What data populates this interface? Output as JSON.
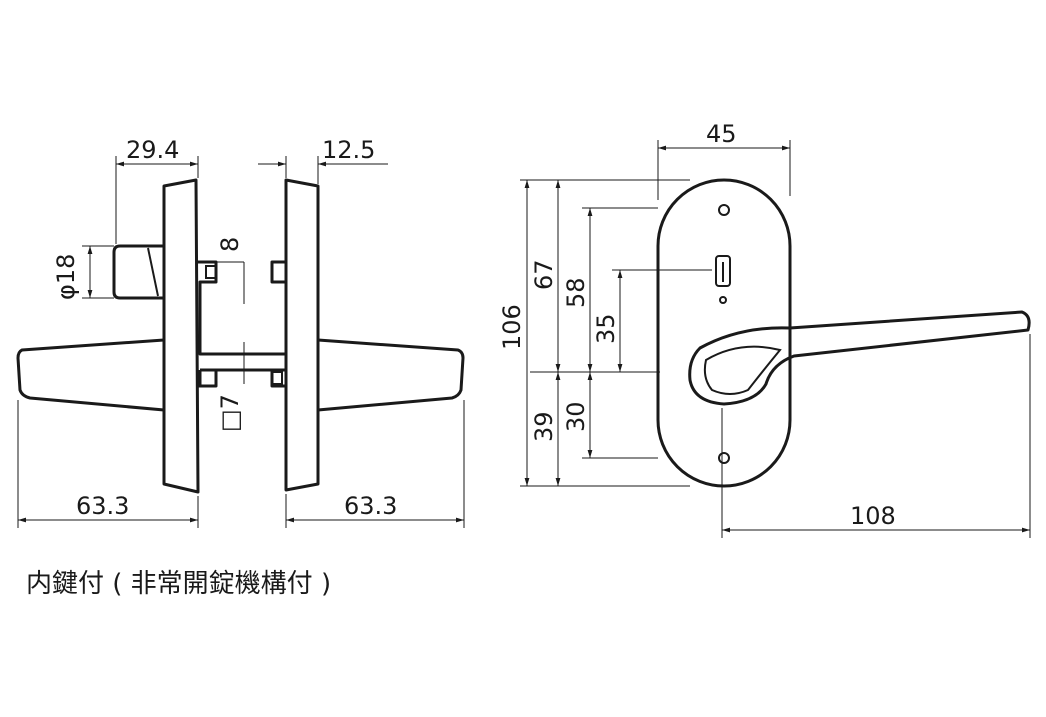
{
  "dimensions": {
    "top_left": "29.4",
    "top_right": "12.5",
    "phi18": "φ18",
    "eight": "8",
    "square7": "□7",
    "bottom_left": "63.3",
    "bottom_right": "63.3",
    "top_plate": "45",
    "h106": "106",
    "h67": "67",
    "h58": "58",
    "h35": "35",
    "h39": "39",
    "h30": "30",
    "lever_length": "108"
  },
  "caption": "内鍵付 ( 非常開錠機構付 )"
}
